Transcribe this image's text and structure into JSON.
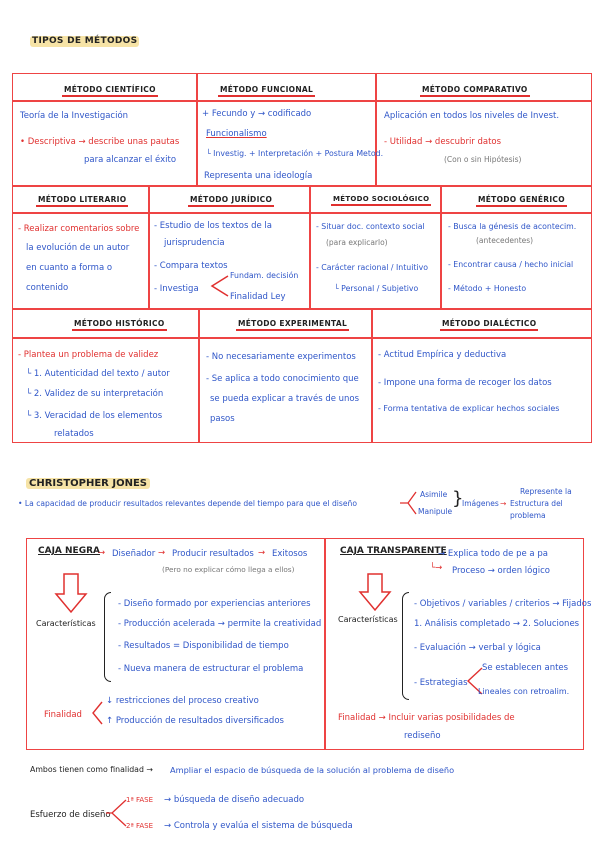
{
  "page_title": "TIPOS DE MÉTODOS",
  "m1": {
    "title": "MÉTODO CIENTÍFICO",
    "l1": "Teoría de la Investigación",
    "l2": "• Descriptiva → describe unas pautas",
    "l3": "para alcanzar el éxito"
  },
  "m2": {
    "title": "MÉTODO FUNCIONAL",
    "l1": "+ Fecundo y → codificado",
    "l2": "Funcionalismo",
    "l3": "└ Investig. + Interpretación + Postura Metod.",
    "l4": "Representa una ideología"
  },
  "m3": {
    "title": "MÉTODO COMPARATIVO",
    "l1": "Aplicación en todos los niveles de Invest.",
    "l2": "- Utilidad → descubrir datos",
    "l3": "(Con o sin Hipótesis)"
  },
  "m4": {
    "title": "MÉTODO LITERARIO",
    "l1": "- Realizar comentarios sobre",
    "l2": "la evolución de un autor",
    "l3": "en cuanto a forma o",
    "l4": "contenido"
  },
  "m5": {
    "title": "MÉTODO JURÍDICO",
    "l1": "- Estudio de los textos de la",
    "l2": "jurisprudencia",
    "l3": "- Compara textos",
    "l4": "- Investiga",
    "l5": "Fundam. decisión",
    "l6": "Finalidad Ley"
  },
  "m6": {
    "title": "MÉTODO SOCIOLÓGICO",
    "l1": "- Situar doc. contexto social",
    "l2": "(para explicarlo)",
    "l3": "- Carácter racional / Intuitivo",
    "l4": "└ Personal / Subjetivo"
  },
  "m7": {
    "title": "MÉTODO GENÉRICO",
    "l1": "- Busca la génesis de acontecim.",
    "l2": "(antecedentes)",
    "l3": "- Encontrar causa / hecho inicial",
    "l4": "- Método + Honesto"
  },
  "m8": {
    "title": "MÉTODO HISTÓRICO",
    "l1": "- Plantea un problema de validez",
    "l2": "└ 1. Autenticidad del texto / autor",
    "l3": "└ 2. Validez de su interpretación",
    "l4": "└ 3. Veracidad de los elementos",
    "l5": "relatados"
  },
  "m9": {
    "title": "MÉTODO EXPERIMENTAL",
    "l1": "- No necesariamente experimentos",
    "l2": "- Se aplica a todo conocimiento que",
    "l3": "se pueda explicar a través de unos",
    "l4": "pasos"
  },
  "m10": {
    "title": "MÉTODO DIALÉCTICO",
    "l1": "- Actitud Empírica y deductiva",
    "l2": "- Impone una forma de recoger los datos",
    "l3": "- Forma tentativa de explicar hechos sociales"
  },
  "cj": {
    "title": "CHRISTOPHER JONES",
    "line": "• La capacidad de producir resultados relevantes depende del tiempo para que el diseño",
    "asimile": "Asimile",
    "manipule": "Manipule",
    "imagenes": "Imágenes",
    "rep1": "Represente la",
    "rep2": "Estructura del problema"
  },
  "negra": {
    "title": "CAJA NEGRA",
    "l1a": "Diseñador",
    "l1b": "Producir resultados",
    "l1c": "Exitosos",
    "l2": "(Pero no explicar cómo llega a ellos)",
    "car": "Características",
    "c1": "- Diseño formado por experiencias anteriores",
    "c2": "- Producción acelerada → permite la creatividad",
    "c3": "- Resultados = Disponibilidad de tiempo",
    "c4": "- Nueva manera de estructurar el problema",
    "fin": "Finalidad",
    "f1": "↓ restricciones del proceso creativo",
    "f2": "↑ Producción de resultados diversificados"
  },
  "transp": {
    "title": "CAJA TRANSPARENTE",
    "l1": "→ Explica todo de pe a pa",
    "l2": "Proceso → orden lógico",
    "car": "Características",
    "c1": "- Objetivos / variables / criterios → Fijados",
    "c2": "1. Análisis completado → 2. Soluciones",
    "c3": "- Evaluación → verbal y lógica",
    "c4": "- Estrategias",
    "s1": "Se establecen antes",
    "s2": "Lineales con retroalim.",
    "fin": "Finalidad → Incluir varias posibilidades de",
    "fin2": "rediseño"
  },
  "ambos": {
    "a": "Ambos tienen como finalidad →",
    "b": "Ampliar el espacio de búsqueda de la solución al problema de diseño"
  },
  "esfuerzo": {
    "label": "Esfuerzo de diseño",
    "f1a": "1ª FASE",
    "f1b": "→ búsqueda de diseño adecuado",
    "f2a": "2ª FASE",
    "f2b": "→ Controla y evalúa el sistema de búsqueda"
  }
}
